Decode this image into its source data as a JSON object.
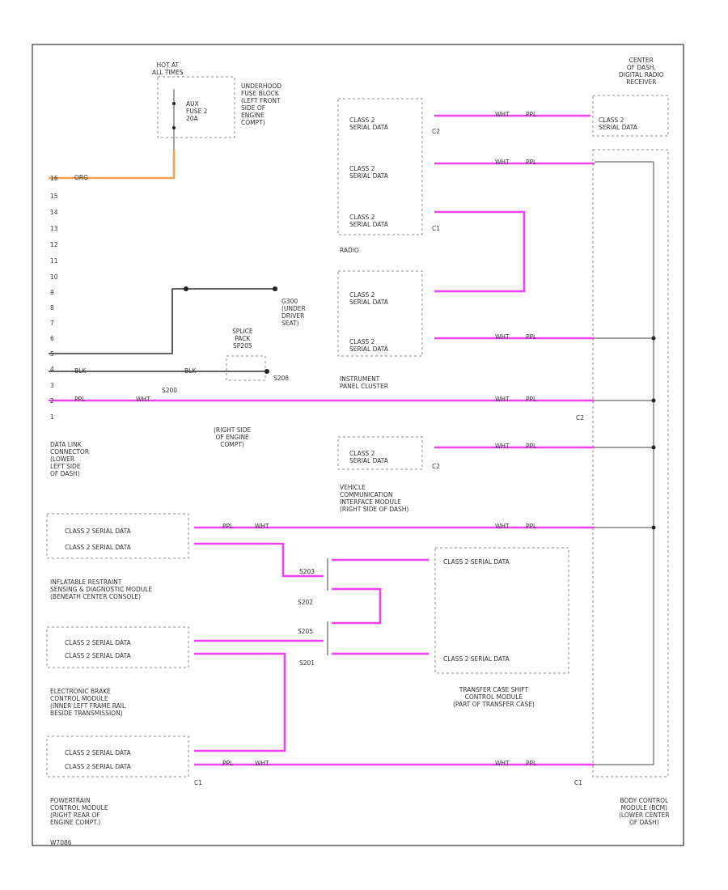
{
  "diagram": {
    "hot_at": "HOT AT\nALL TIMES",
    "fuse": "AUX\nFUSE 2\n20A",
    "underhood_fuse": "UNDERHOOD\nFUSE BLOCK\n(LEFT FRONT\nSIDE OF\nENGINE\nCOMPT)",
    "radio_label": "CENTER\nOF DASH,\nDIGITAL RADIO\nRECEIVER",
    "radio_module": "RADIO",
    "ipc": "INSTRUMENT\nPANEL CLUSTER",
    "vcim": "VEHICLE\nCOMMUNICATION\nINTERFACE MODULE\n(RIGHT SIDE OF DASH)",
    "dlc": "DATA LINK\nCONNECTOR\n(LOWER\nLEFT SIDE\nOF DASH)",
    "sir": "INFLATABLE RESTRAINT\nSENSING & DIAGNOSTIC MODULE\n(BENEATH CENTER CONSOLE)",
    "ebcm": "ELECTRONIC BRAKE\nCONTROL MODULE\n(INNER LEFT FRAME RAIL\nBESIDE TRANSMISSION)",
    "pcm": "POWERTRAIN\nCONTROL MODULE\n(RIGHT REAR OF\nENGINE COMPT.)",
    "tccm": "TRANSFER CASE SHIFT\nCONTROL MODULE\n(PART OF TRANSFER CASE)",
    "bcm": "BODY CONTROL\nMODULE (BCM)\n(LOWER CENTER\nOF DASH)",
    "splice_pack": "SPLICE\nPACK\nSP205",
    "g300": "G300\n(UNDER\nDRIVER\nSEAT)",
    "right_engine": "(RIGHT SIDE\nOF ENGINE\nCOMPT)",
    "class2": "CLASS 2\nSERIAL DATA",
    "class2_line": "CLASS 2 SERIAL DATA",
    "c1": "C1",
    "c2": "C2",
    "footer": "W7086",
    "wire_ppl": "PPL",
    "wire_wht": "WHT",
    "wire_blk": "BLK",
    "wire_org": "ORG",
    "s200": "S200",
    "s201": "S201",
    "s202": "S202",
    "s203": "S203",
    "s205": "S205",
    "s208": "S208",
    "dlc_pins": [
      "16",
      "15",
      "14",
      "13",
      "12",
      "11",
      "10",
      "9",
      "8",
      "7",
      "6",
      "5",
      "4",
      "3",
      "2",
      "1"
    ],
    "colors": {
      "data_wire": "#ee44ee",
      "power_wire": "#f0a050",
      "ground_wire": "#333333"
    }
  }
}
